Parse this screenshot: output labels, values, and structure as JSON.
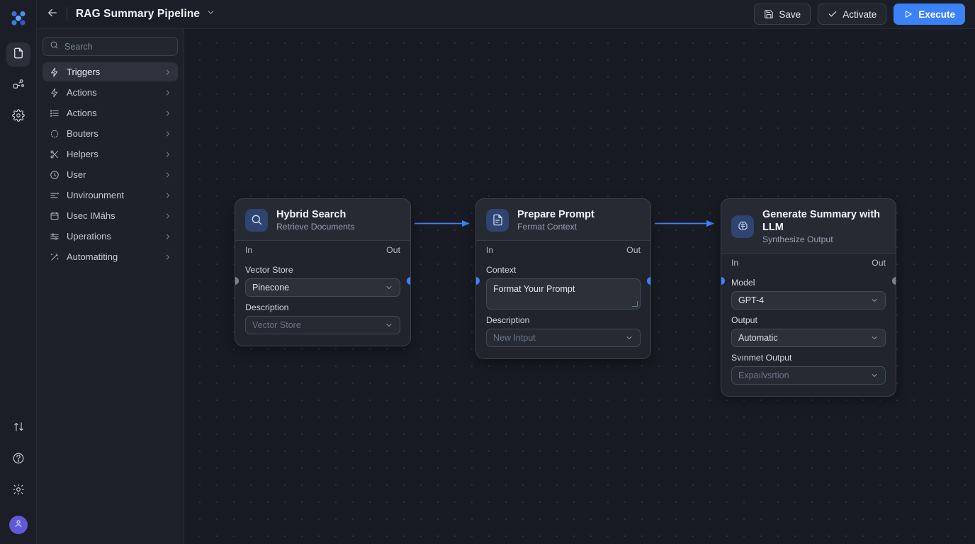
{
  "app": {
    "logo_icon": "app-logo-icon",
    "rail": {
      "top_items": [
        {
          "icon": "document-icon",
          "name": "document",
          "active": true
        },
        {
          "icon": "nodes-icon",
          "name": "nodes",
          "active": false
        },
        {
          "icon": "gear-icon",
          "name": "settings",
          "active": false
        }
      ],
      "bottom_items": [
        {
          "icon": "sync-arrows-icon",
          "name": "sync"
        },
        {
          "icon": "help-circle-icon",
          "name": "help"
        },
        {
          "icon": "gear-icon",
          "name": "preferences"
        }
      ],
      "avatar_icon": "user-avatar-icon"
    }
  },
  "topbar": {
    "back_icon": "arrow-left-icon",
    "title": "RAG Summary Pipeline",
    "title_chevron_icon": "chevron-down-icon",
    "buttons": [
      {
        "label": "Save",
        "icon": "save-floppy-icon",
        "primary": false
      },
      {
        "label": "Activate",
        "icon": "check-icon",
        "primary": false
      },
      {
        "label": "Execute",
        "icon": "play-icon",
        "primary": true
      }
    ]
  },
  "panel": {
    "search": {
      "placeholder": "Search",
      "icon": "search-icon",
      "value": ""
    },
    "items": [
      {
        "label": "Triggers",
        "icon": "bolt-icon",
        "active": true
      },
      {
        "label": "Actions",
        "icon": "bolt-icon",
        "active": false
      },
      {
        "label": "Actions",
        "icon": "list-icon",
        "active": false
      },
      {
        "label": "Bouters",
        "icon": "route-icon",
        "active": false
      },
      {
        "label": "Helpers",
        "icon": "scissors-icon",
        "active": false
      },
      {
        "label": "User",
        "icon": "clock-icon",
        "active": false
      },
      {
        "label": "Unvirounment",
        "icon": "sliders-icon",
        "active": false
      },
      {
        "label": "Usec IMáhs",
        "icon": "calendar-icon",
        "active": false
      },
      {
        "label": "Uperations",
        "icon": "filters-icon",
        "active": false
      },
      {
        "label": "Automatiting",
        "icon": "wand-icon",
        "active": false
      }
    ],
    "chevron_icon": "chevron-right-icon"
  },
  "canvas": {
    "nodes": [
      {
        "id": "hybrid-search",
        "title": "Hybrid Search",
        "subtitle": "Retrieve Documents",
        "icon": "magnifier-icon",
        "in_label": "In",
        "out_label": "Out",
        "in_state": "off",
        "out_state": "on",
        "fields": [
          {
            "kind": "select",
            "label": "Vector Store",
            "value": "Pinecone",
            "dim": false
          },
          {
            "kind": "select",
            "label": "Description",
            "value": "Vector Store",
            "dim": true
          }
        ]
      },
      {
        "id": "prepare-prompt",
        "title": "Prepare Prompt",
        "subtitle": "Fermat Context",
        "icon": "document-text-icon",
        "in_label": "In",
        "out_label": "Out",
        "in_state": "on",
        "out_state": "on",
        "fields": [
          {
            "kind": "textarea",
            "label": "Context",
            "value": "Format Youır Prompt",
            "dim": false
          },
          {
            "kind": "select",
            "label": "Description",
            "value": "New Intput",
            "dim": true
          }
        ]
      },
      {
        "id": "generate-summary",
        "title": "Generate Summary with LLM",
        "subtitle": "Synthesize Output",
        "icon": "brain-icon",
        "in_label": "In",
        "out_label": "Out",
        "in_state": "on",
        "out_state": "off",
        "fields": [
          {
            "kind": "select",
            "label": "Model",
            "value": "GPT-4",
            "dim": false
          },
          {
            "kind": "select",
            "label": "Output",
            "value": "Automatic",
            "dim": false
          },
          {
            "kind": "select",
            "label": "Svınmet Output",
            "value": "Expaılvsrtion",
            "dim": true
          }
        ]
      }
    ],
    "edges": [
      {
        "from": "hybrid-search",
        "to": "prepare-prompt"
      },
      {
        "from": "prepare-prompt",
        "to": "generate-summary"
      }
    ]
  },
  "colors": {
    "accent": "#3b82f6",
    "avatar": "#6159d8",
    "canvas_bg": "#181b23",
    "node_header": "#262a33",
    "node_body": "#21242d"
  }
}
